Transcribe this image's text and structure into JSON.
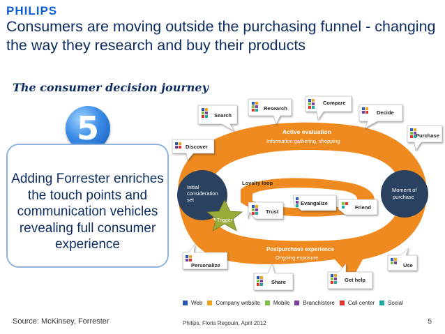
{
  "brand": "PHILIPS",
  "title": "Consumers are moving outside the purchasing funnel - changing the way they research and buy their products",
  "subtitle": "The consumer decision journey",
  "badge_number": "5",
  "note_text": "Adding Forrester enriches the touch points and communication vehicles revealing full consumer experience",
  "source": "Source: McKinsey, Forrester",
  "footer": "Philips, Floris Regouin, April 2012",
  "page_number": "5",
  "diagram": {
    "active_title": "Active evaluation",
    "active_sub": "Information gathering, shopping",
    "loyalty": "Loyalty loop",
    "initial": [
      "Initial",
      "consideration",
      "set"
    ],
    "trigger": "Trigger",
    "moment": [
      "Moment of",
      "purchase"
    ],
    "post_title": "Postpurchase experience",
    "post_sub": "Ongoing exposure",
    "callouts": {
      "discover": "Discover",
      "search": "Search",
      "research": "Research",
      "compare": "Compare",
      "decide": "Decide",
      "purchase": "Purchase",
      "trust": "Trust",
      "evangelize": "Evangalize",
      "friend": "Friend",
      "personalize": "Personalize",
      "share": "Share",
      "get_help": "Get help",
      "use": "Use"
    }
  },
  "legend": [
    {
      "label": "Web",
      "color": "#2a59b5"
    },
    {
      "label": "Company website",
      "color": "#f0a21f"
    },
    {
      "label": "Mobile",
      "color": "#7bc043"
    },
    {
      "label": "Branch/store",
      "color": "#7b3fa0"
    },
    {
      "label": "Call center",
      "color": "#e0342c"
    },
    {
      "label": "Social",
      "color": "#1fa8a0"
    }
  ]
}
